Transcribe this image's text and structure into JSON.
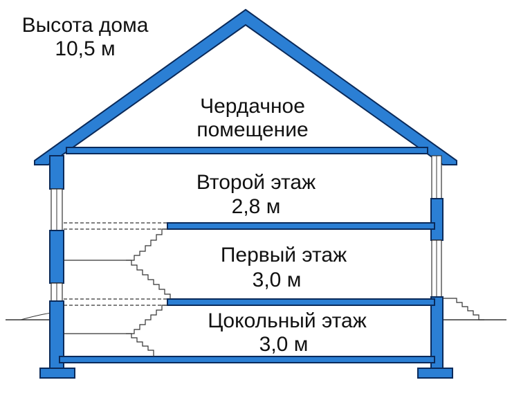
{
  "house_height": {
    "title": "Высота дома",
    "value": "10,5 м"
  },
  "floors": {
    "attic": {
      "name_line1": "Чердачное",
      "name_line2": "помещение"
    },
    "second": {
      "name": "Второй этаж",
      "height": "2,8 м"
    },
    "first": {
      "name": "Первый этаж",
      "height": "3,0 м"
    },
    "basement": {
      "name": "Цокольный этаж",
      "height": "3,0 м"
    }
  },
  "colors": {
    "structure_fill": "#2b7fd4",
    "structure_outline": "#0a2a5a",
    "lines": "#333333",
    "background": "#ffffff"
  }
}
